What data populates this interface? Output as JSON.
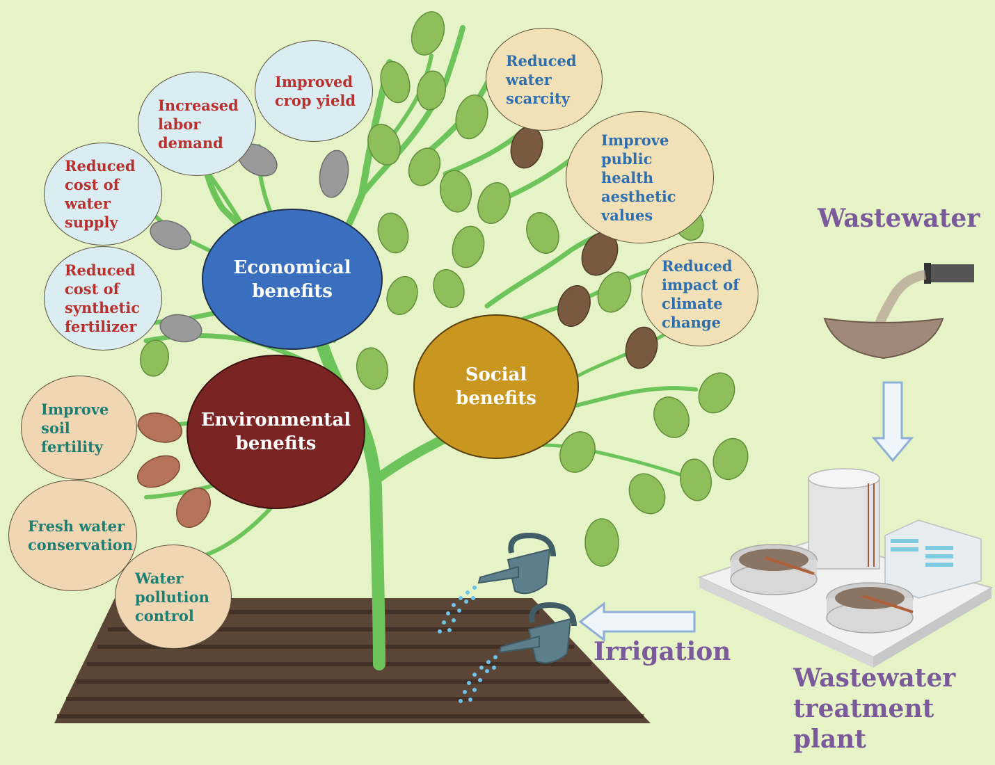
{
  "categories": {
    "economical": {
      "line1": "Economical",
      "line2": "benefits",
      "color": "#3a6fbf"
    },
    "environmental": {
      "line1": "Environmental",
      "line2": "benefits",
      "color": "#7a2424"
    },
    "social": {
      "line1": "Social",
      "line2": "benefits",
      "color": "#c9961f"
    }
  },
  "economical_items": [
    {
      "lines": [
        "Improved",
        "crop yield"
      ]
    },
    {
      "lines": [
        "Increased",
        "labor",
        "demand"
      ]
    },
    {
      "lines": [
        "Reduced",
        "cost of",
        "water",
        "supply"
      ]
    },
    {
      "lines": [
        "Reduced",
        "cost of",
        "synthetic",
        "fertilizer"
      ]
    }
  ],
  "social_items": [
    {
      "lines": [
        "Reduced",
        "water",
        "scarcity"
      ]
    },
    {
      "lines": [
        "Improve",
        "public",
        "health",
        "aesthetic",
        "values"
      ]
    },
    {
      "lines": [
        "Reduced",
        "impact of",
        "climate",
        "change"
      ]
    }
  ],
  "environmental_items": [
    {
      "lines": [
        "Improve",
        "soil",
        "fertility"
      ]
    },
    {
      "lines": [
        "Fresh water",
        "conservation"
      ]
    },
    {
      "lines": [
        "Water",
        "pollution",
        "control"
      ]
    }
  ],
  "process": {
    "wastewater": "Wastewater",
    "plant_line1": "Wastewater",
    "plant_line2": "treatment plant",
    "irrigation": "Irrigation"
  }
}
